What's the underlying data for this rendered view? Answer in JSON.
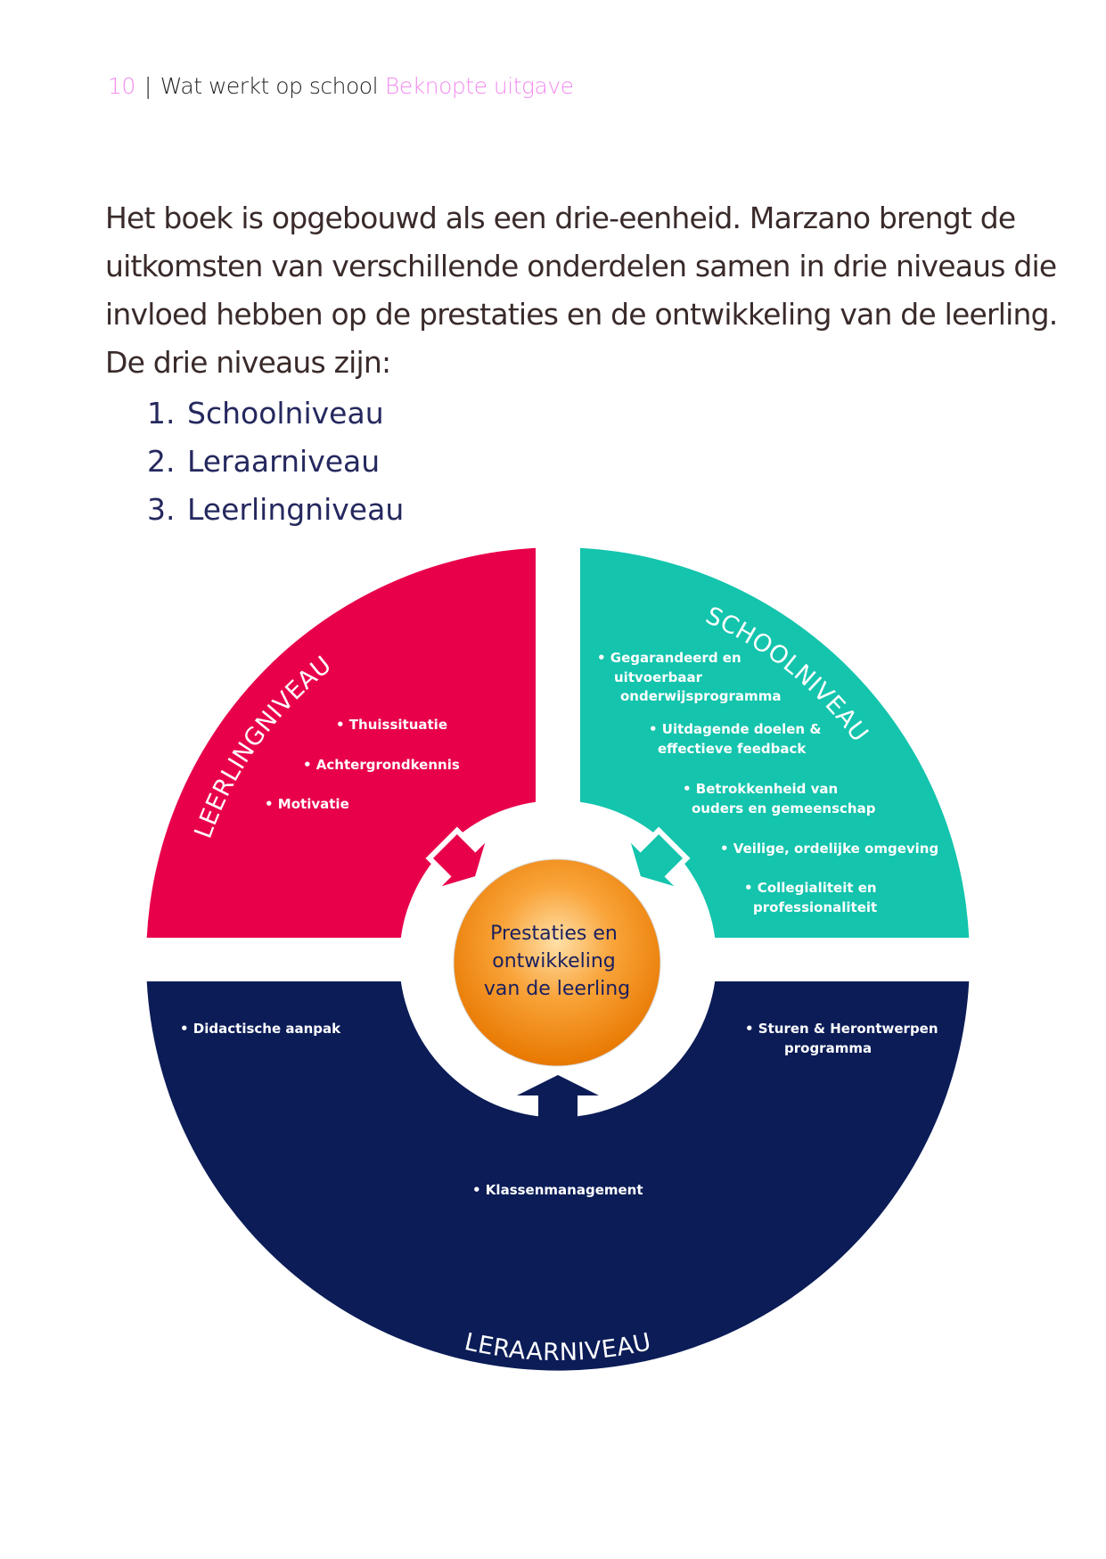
{
  "header": {
    "page_number": "10",
    "separator": "|",
    "title": "Wat werkt op school",
    "subtitle": "Beknopte uitgave"
  },
  "intro": {
    "lines": [
      "Het boek is opgebouwd als een drie-eenheid. Marzano brengt de",
      "uitkomsten van verschillende onderdelen samen in drie niveaus die",
      "invloed hebben op de prestaties en de ontwikkeling van de leerling.",
      "De drie niveaus zijn:"
    ]
  },
  "levels_list": [
    {
      "num": "1.",
      "label": "Schoolniveau"
    },
    {
      "num": "2.",
      "label": "Leraarniveau"
    },
    {
      "num": "3.",
      "label": "Leerlingniveau"
    }
  ],
  "diagram": {
    "colors": {
      "leerling": "#e8004b",
      "school": "#14c4ad",
      "leraar": "#0b1c57",
      "center": "#f28a00"
    },
    "center_lines": [
      "Prestaties en",
      "ontwikkeling",
      "van de leerling"
    ],
    "leerling": {
      "title": "LEERLINGNIVEAU",
      "items": [
        "• Thuissituatie",
        "• Achtergrondkennis",
        "• Motivatie"
      ]
    },
    "school": {
      "title": "SCHOOLNIVEAU",
      "items": [
        [
          "• Gegarandeerd en",
          "uitvoerbaar",
          "onderwijsprogramma"
        ],
        [
          "• Uitdagende doelen &",
          "effectieve feedback"
        ],
        [
          "• Betrokkenheid van",
          "ouders en gemeenschap"
        ],
        [
          "• Veilige, ordelijke omgeving"
        ],
        [
          "• Collegialiteit en",
          "professionaliteit"
        ]
      ]
    },
    "leraar": {
      "title": "LERAARNIVEAU",
      "items": [
        [
          "• Didactische aanpak"
        ],
        [
          "• Sturen & Herontwerpen",
          "programma"
        ],
        [
          "• Klassenmanagement"
        ]
      ]
    }
  }
}
